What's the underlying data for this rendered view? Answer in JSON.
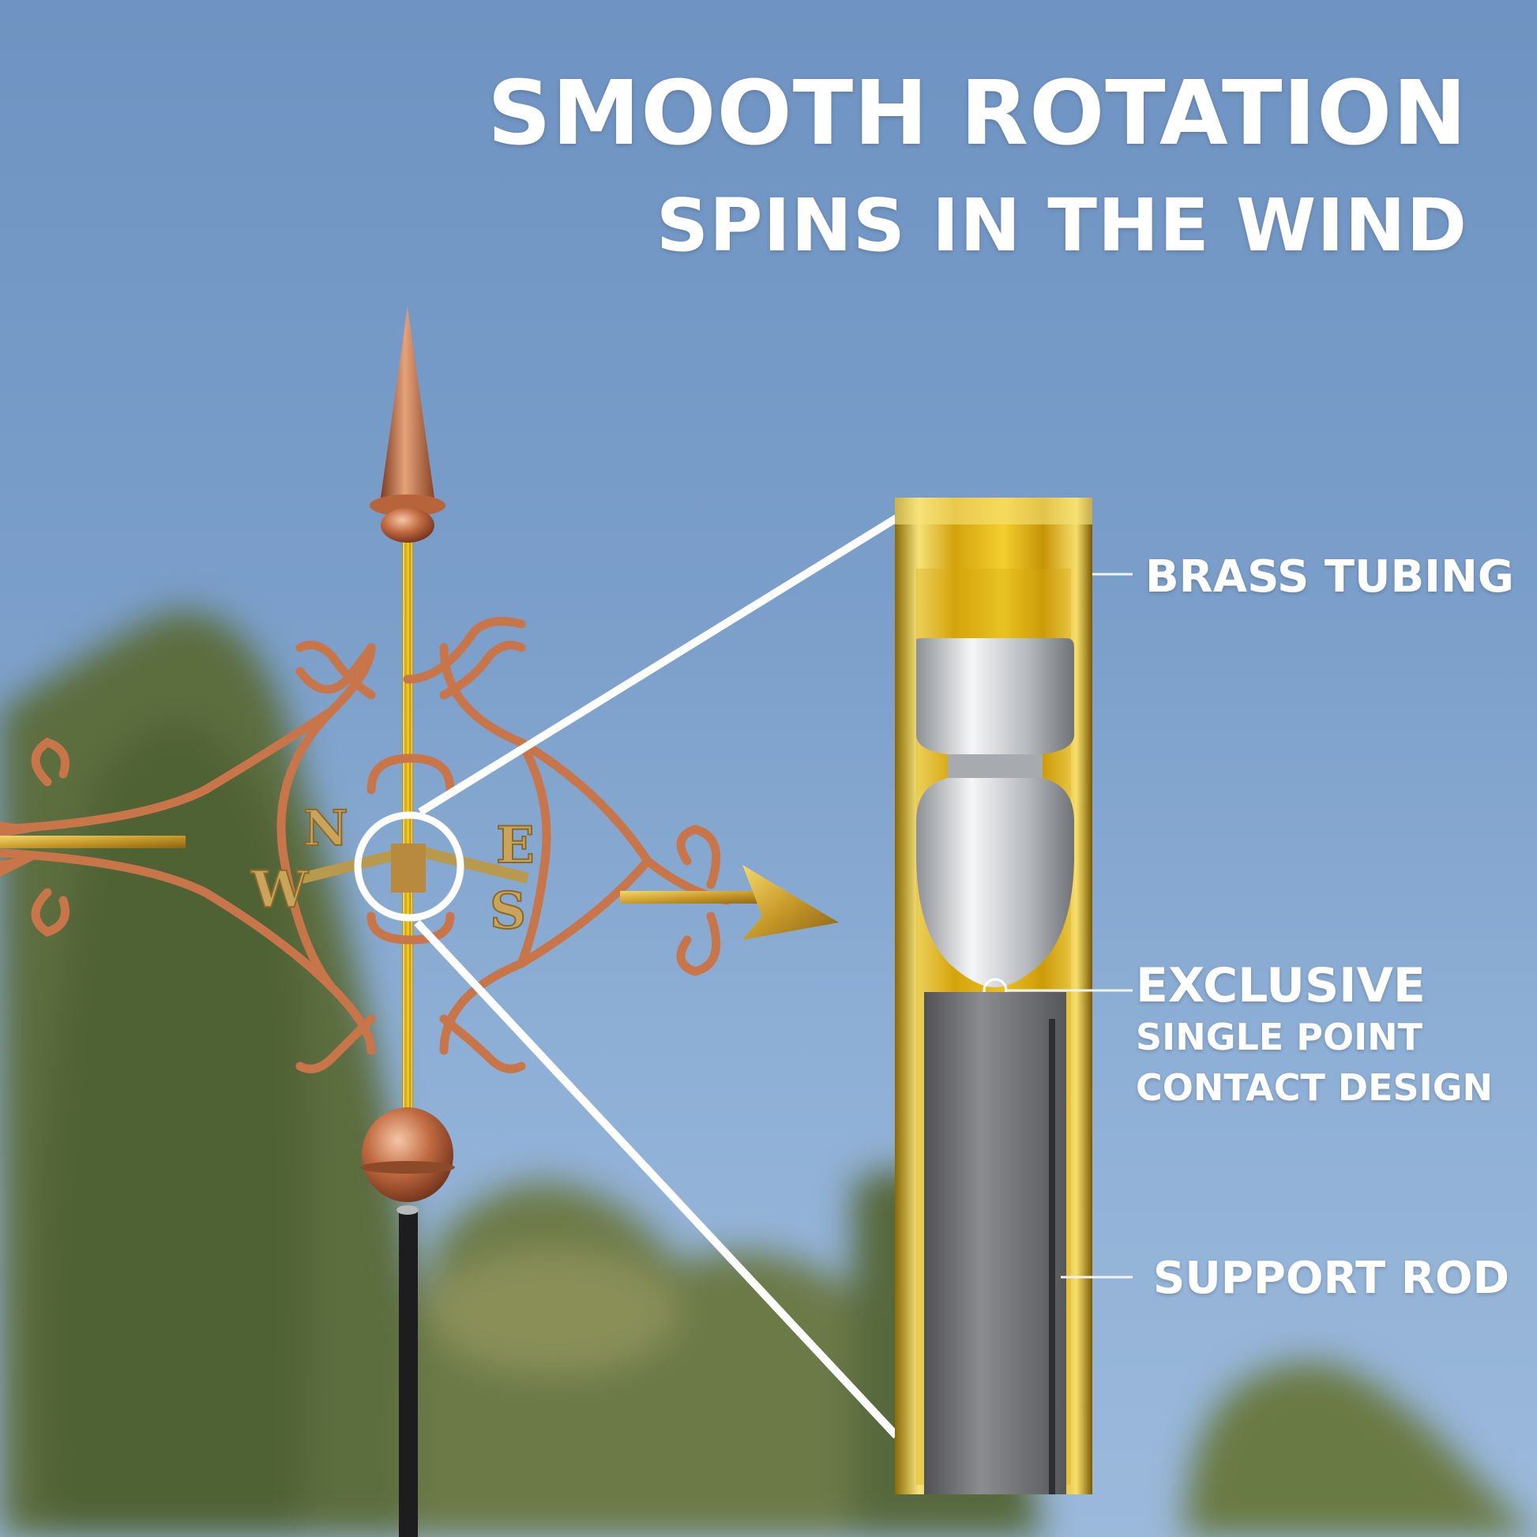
{
  "headline": {
    "line1": "SMOOTH ROTATION",
    "line2": "SPINS IN THE WIND"
  },
  "callouts": {
    "brass_tubing": "BRASS TUBING",
    "exclusive": "EXCLUSIVE",
    "single_point": "SINGLE POINT",
    "contact_design": "CONTACT DESIGN",
    "support_rod": "SUPPORT ROD"
  },
  "compass": {
    "north": "N",
    "east": "E",
    "south": "S",
    "west": "W"
  },
  "colors": {
    "sky": "#7b9fca",
    "copper": "#c8754a",
    "brass": "#e0b820",
    "steel": "#c9ccd0",
    "rod": "#707275",
    "text": "#ffffff"
  }
}
